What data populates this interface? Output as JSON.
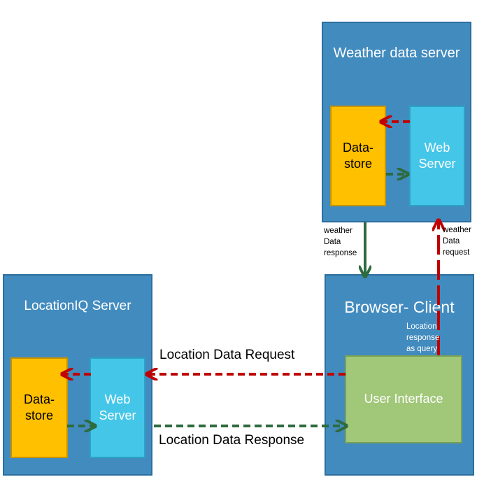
{
  "weather_server": {
    "title": "Weather data server",
    "datastore_label": "Data-\nstore",
    "webserver_label": "Web\nServer"
  },
  "location_server": {
    "title": "LocationIQ Server",
    "datastore_label": "Data-\nstore",
    "webserver_label": "Web\nServer"
  },
  "browser_client": {
    "title": "Browser- Client",
    "ui_label": "User Interface"
  },
  "labels": {
    "weather_response": "weather\nData\nresponse",
    "weather_request": "weather\nData\nrequest",
    "location_query": "Location\nresponse\nas query",
    "location_request": "Location Data Request",
    "location_response": "Location Data Response"
  },
  "colors": {
    "server_bg": "#428bbf",
    "datastore": "#ffc000",
    "webserver": "#44c6e8",
    "ui": "#a1c779",
    "request_arrow": "#c00000",
    "response_arrow": "#2e6b3f"
  }
}
